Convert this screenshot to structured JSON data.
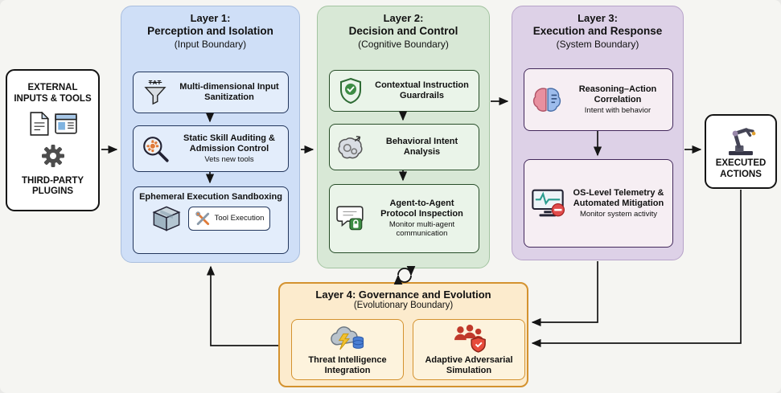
{
  "colors": {
    "background": "#f5f5f2",
    "layer1_bg": "#cfdff7",
    "layer1_node_border": "#22365c",
    "layer2_bg": "#d8e8d6",
    "layer2_node_border": "#274d28",
    "layer3_bg": "#ddd1e7",
    "layer3_node_border": "#43295c",
    "layer4_bg": "#fcebcd",
    "layer4_border": "#d4922f",
    "arrow": "#151515"
  },
  "external_inputs": {
    "title": "EXTERNAL INPUTS & TOOLS",
    "plugins_label": "THIRD-PARTY PLUGINS",
    "icons": [
      "document-icon",
      "browser-icon",
      "gear-icon"
    ]
  },
  "layer1": {
    "title_line1": "Layer 1:",
    "title_line2": "Perception and Isolation",
    "title_line3": "(Input Boundary)",
    "nodes": [
      {
        "label": "Multi-dimensional Input Sanitization",
        "annotation": "TAT",
        "icon": "funnel-icon"
      },
      {
        "label": "Static Skill Auditing & Admission Control",
        "sublabel": "Vets new tools",
        "icon": "magnifier-gear-icon"
      },
      {
        "label": "Ephemeral Execution Sandboxing",
        "icon": "package-icon",
        "inner_box": {
          "label": "Tool Execution",
          "icon": "tools-icon"
        }
      }
    ]
  },
  "layer2": {
    "title_line1": "Layer 2:",
    "title_line2": "Decision and Control",
    "title_line3": "(Cognitive Boundary)",
    "nodes": [
      {
        "label": "Contextual Instruction Guardrails",
        "icon": "shield-check-icon"
      },
      {
        "label": "Behavioral Intent Analysis",
        "icon": "brain-gears-icon"
      },
      {
        "label": "Agent-to-Agent Protocol Inspection",
        "sublabel": "Monitor multi-agent communication",
        "icon": "chat-lock-icon"
      }
    ]
  },
  "layer3": {
    "title_line1": "Layer 3:",
    "title_line2": "Execution and Response",
    "title_line3": "(System Boundary)",
    "nodes": [
      {
        "label": "Reasoning–Action Correlation",
        "sublabel": "Intent with behavior",
        "icon": "brain-halves-icon"
      },
      {
        "label": "OS-Level Telemetry & Automated Mitigation",
        "sublabel": "Monitor system activity",
        "icon": "monitor-telemetry-icon"
      }
    ]
  },
  "layer4": {
    "title": "Layer 4: Governance and Evolution",
    "subtitle": "(Evolutionary Boundary)",
    "nodes": [
      {
        "label": "Threat Intelligence Integration",
        "icon": "cloud-bolt-database-icon"
      },
      {
        "label": "Adaptive Adversarial Simulation",
        "icon": "people-shield-icon"
      }
    ]
  },
  "executed_actions": {
    "title": "EXECUTED ACTIONS",
    "icon": "robot-arm-icon"
  },
  "cycle": {
    "icon": "cycle-arrows-icon"
  }
}
